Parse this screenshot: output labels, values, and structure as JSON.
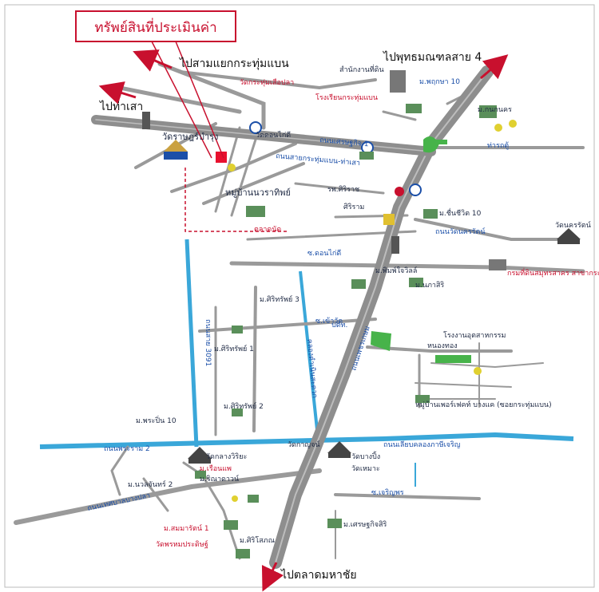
{
  "title": "ทรัพย์สินที่ประเมินค่า",
  "directions": {
    "north": "ไปสามแยกกระทุ่มแบน",
    "west": "ไปท่าเสา",
    "northeast": "ไปพุทธมณฑลสาย 4",
    "south": "ไปตลาดมหาชัย"
  },
  "labels": {
    "wat_tha_rung": "วัดราษฎร์บำรุง",
    "moo_baan_nawarat": "หมู่บ้านนวราทิพย์",
    "wat_krathum": "วัดกระทุ่มเสือปลา",
    "moo_siri": "ม.ศิริทรัพย์ 1",
    "moo_siri2": "ม.ศิริทรัพย์ 2",
    "moo_siri3": "ม.ศิริทรัพย์ 3",
    "moo_phasuk": "ม.พฤกษา 10",
    "moo_sirikul": "ม.ศิริโสภณ",
    "moo_pha": "ม.พระปิ่น 10",
    "moo_setthee": "ม.เศรษฐกิจสิริ",
    "moo_ruen": "ม.เรือนแพ",
    "moo_sammarat": "ม.สมมารัตน์ 1",
    "moo_kanok": "ม.กนกนคร",
    "moo_chuen": "ม.ชื่นชีวิต 10",
    "moo_phut": "ม.พิมพ์ใจวิลล์",
    "moo_rin": "ม.ริณาดาวน์",
    "moo_nap": "ม.นภาสิริ",
    "wat_don": "วัดดอนไก่ดี",
    "wat_klang": "วัดกลางวิริยะ",
    "wat_ban": "วัดบางปิ้ง",
    "school": "โรงเรียนกระทุ่มแบน",
    "hospital": "รพ.ศิริราช",
    "office": "สำนักงานที่ดิน",
    "department": "กรมที่ดินสมุทรสาคร สาขากระทุ่มแบน",
    "market": "ตลาดนัด",
    "siri_nakarin": "ศิริราม",
    "pump": "ปตท.",
    "wat_samut": "วัดนครรัตน์",
    "wat_pon": "วัดพรหมประดิษฐ์",
    "moo_nuan": "ม.นวลจันทร์ 2",
    "nong_tong": "หนองทอง",
    "bus_terminal": "ท่ารถตู้",
    "factory": "โรงงานอุตสาหกรรม",
    "zone": "หมู่บ้านเพอร์เฟคท์ บางแค (ซอยกระทุ่มแบน)",
    "wat_kan": "วัดกาญจน์",
    "wat_mao": "วัดเหมาะ"
  },
  "road_labels": {
    "r1": "ถนนเศรษฐกิจ 1",
    "r2": "ถนนสายกระทุ่มแบน-ท่าเสา",
    "r3": "ถนนเพชรเกษม",
    "r4": "ถนนพระราม 2",
    "r5": "ถนนเลียบคลองภาษีเจริญ",
    "r6": "ถนนสาย 3091",
    "r7": "ถนนเทศบาลบางปลา",
    "r8": "ซ.ดอนไก่ดี",
    "r9": "ซ.เจริญพร",
    "r10": "คลองดำเนินสะดวก",
    "r11": "ถนนวัดนครรัตน์",
    "r12": "ซ.เข้าวัด"
  },
  "colors": {
    "road": "#9a9a9a",
    "main_road": "#8e8e8e",
    "canal": "#3aa7d9",
    "accent_red": "#c8102e",
    "green": "#47b34a",
    "label_blue": "#1b4fa8"
  }
}
